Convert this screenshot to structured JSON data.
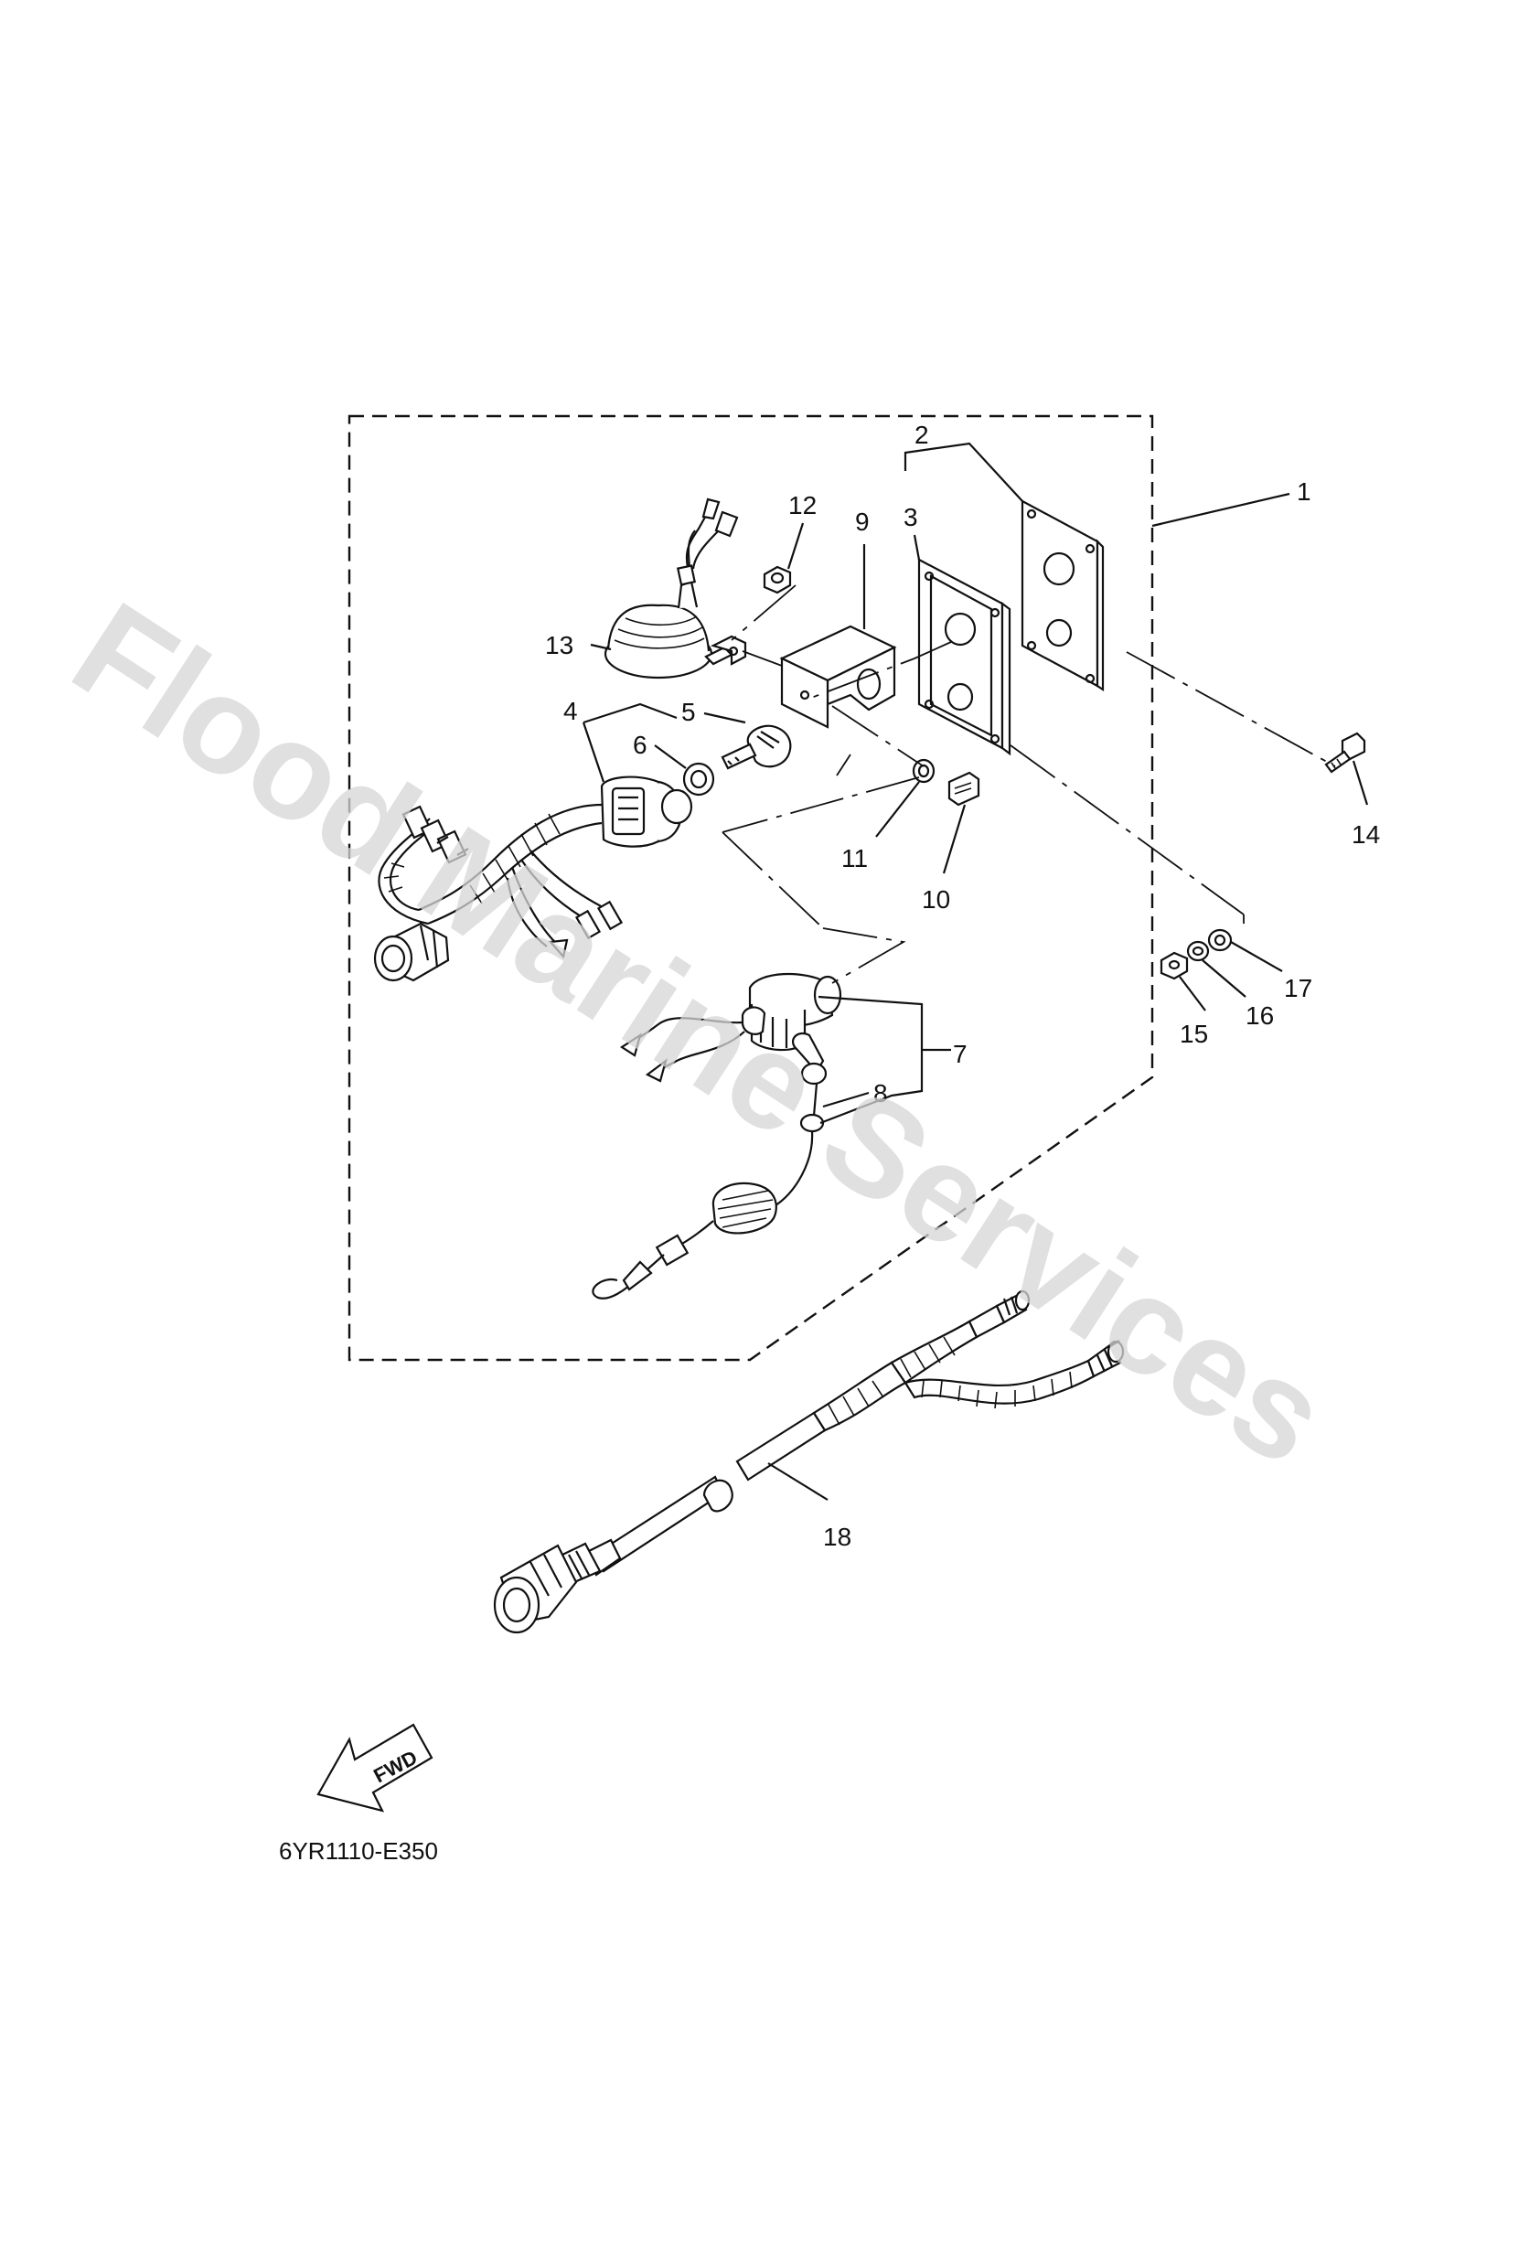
{
  "diagram": {
    "callouts": [
      "1",
      "2",
      "3",
      "4",
      "5",
      "6",
      "7",
      "8",
      "9",
      "10",
      "11",
      "12",
      "13",
      "14",
      "15",
      "16",
      "17",
      "18"
    ],
    "drawing_code": "6YR1110-E350",
    "fwd_label": "FWD",
    "watermark": "Flood Marine Services"
  }
}
